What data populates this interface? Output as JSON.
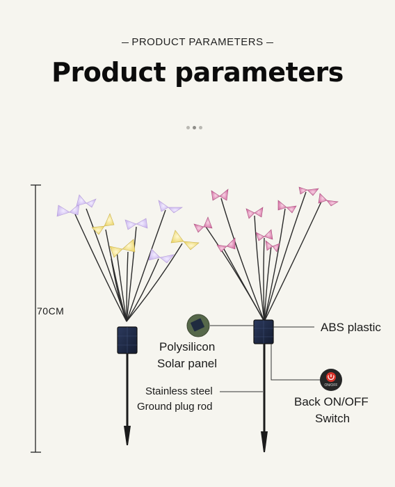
{
  "header": {
    "eyebrow": "PRODUCT PARAMETERS",
    "title": "Product parameters"
  },
  "dimensions": {
    "height": "70CM"
  },
  "callouts": {
    "abs_plastic": "ABS plastic",
    "solar_line1": "Polysilicon",
    "solar_line2": "Solar panel",
    "rod_line1": "Stainless steel",
    "rod_line2": "Ground plug rod",
    "switch_line1": "Back ON/OFF",
    "switch_line2": "Switch",
    "switch_icon_text": "ON/OFF"
  },
  "colors": {
    "background": "#f6f5ef",
    "left_butterflies_lavender": "#d9c8f2",
    "left_butterflies_yellow": "#f2e27a",
    "right_butterflies_pink": "#e08bb4",
    "switch_red": "#d8332a",
    "solar_panel": "#1e2a44"
  }
}
